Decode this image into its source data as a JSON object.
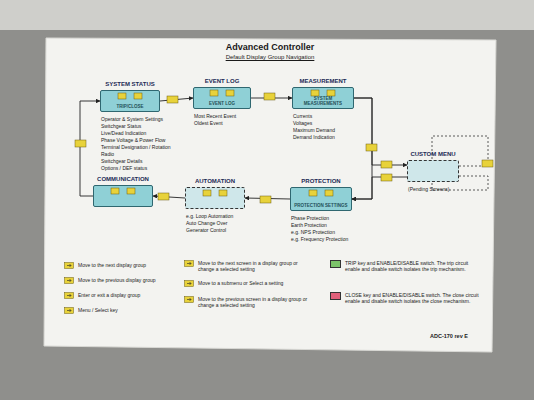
{
  "diagram": {
    "title": "Advanced Controller",
    "nodes": [
      {
        "text": [
          "SYSTEM STATUS",
          "TRIP/CLOSE",
          "Operator & System Settings",
          "Switchgear Status",
          "Live/Dead Indication",
          "Phase Voltage & Power Flow",
          "Terminal Designation / Rotation",
          "Radio",
          "Switchgear Details",
          "Options / DEF status"
        ]
      },
      {
        "text": [
          "EVENT LOG",
          "EVENT LOG",
          "Most Recent Event",
          "Oldest Event"
        ]
      },
      {
        "text": [
          "MEASUREMENT",
          "SYSTEM MEASUREMENTS",
          "Currents",
          "Voltages",
          "Maximum Demand",
          "Demand Indication"
        ]
      },
      {
        "text": [
          "CUSTOM MENU",
          "(Pending Screens)"
        ]
      },
      {
        "text": [
          "PROTECTION",
          "PROTECTION SETTINGS",
          "Phase Protection",
          "Earth Protection",
          "e.g. NPS Protection",
          "e.g. Frequency Protection"
        ]
      },
      {
        "text": [
          "AUTOMATION",
          "e.g. Loop Automation",
          "Auto Change Over",
          "Generator Control"
        ]
      },
      {
        "text": [
          "COMMUNICATION"
        ]
      }
    ],
    "edges": [
      {
        "from": 0,
        "to": 1,
        "arrow": "to"
      },
      {
        "from": 1,
        "to": 2,
        "arrow": "to"
      },
      {
        "from": 2,
        "to": 4,
        "arrow": "to"
      },
      {
        "from": 2,
        "to": 3,
        "arrow": "to"
      },
      {
        "from": 3,
        "to": 4,
        "arrow": "to"
      },
      {
        "from": 4,
        "to": 5,
        "arrow": "to"
      },
      {
        "from": 5,
        "to": 6,
        "arrow": "to"
      },
      {
        "from": 6,
        "to": 0,
        "arrow": "to"
      }
    ],
    "labels": [
      "Default Display Group Navigation",
      "ADC-170 rev E"
    ],
    "legend": [
      {
        "text": "Move to the next display group"
      },
      {
        "text": "Move to the previous display group"
      },
      {
        "text": "Enter or exit a display group"
      },
      {
        "text": "Menu / Select key"
      },
      {
        "text": "Move to the next screen in a display group or change a selected setting"
      },
      {
        "text": "Move to a submenu or Select a setting"
      },
      {
        "text": "Move to the previous screen in a display group or change a selected setting"
      },
      {
        "text": "TRIP key and ENABLE/DISABLE switch. The trip circuit enable and disable switch isolates the trip mechanism.",
        "color": "#7cc46a"
      },
      {
        "text": "CLOSE key and ENABLE/DISABLE switch. The close circuit enable and disable switch isolates the close mechanism.",
        "color": "#e0607a"
      }
    ]
  }
}
